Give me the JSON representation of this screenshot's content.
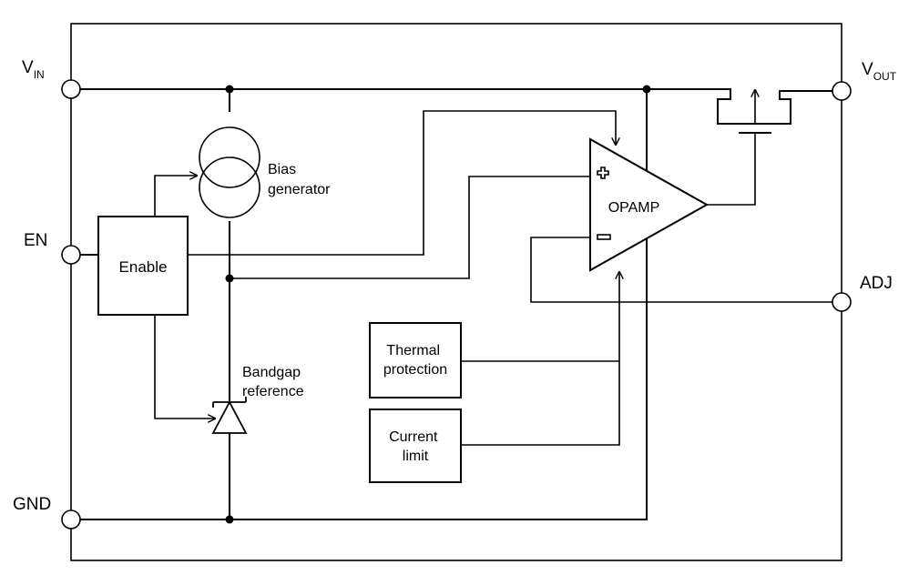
{
  "pins": {
    "vin": {
      "main": "V",
      "sub": "IN"
    },
    "vout": {
      "main": "V",
      "sub": "OUT"
    },
    "en": "EN",
    "adj": "ADJ",
    "gnd": "GND"
  },
  "blocks": {
    "enable": "Enable",
    "bias": [
      "Bias",
      "generator"
    ],
    "bandgap": [
      "Bandgap",
      "reference"
    ],
    "opamp": "OPAMP",
    "thermal": [
      "Thermal",
      "protection"
    ],
    "current": [
      "Current",
      "limit"
    ]
  }
}
